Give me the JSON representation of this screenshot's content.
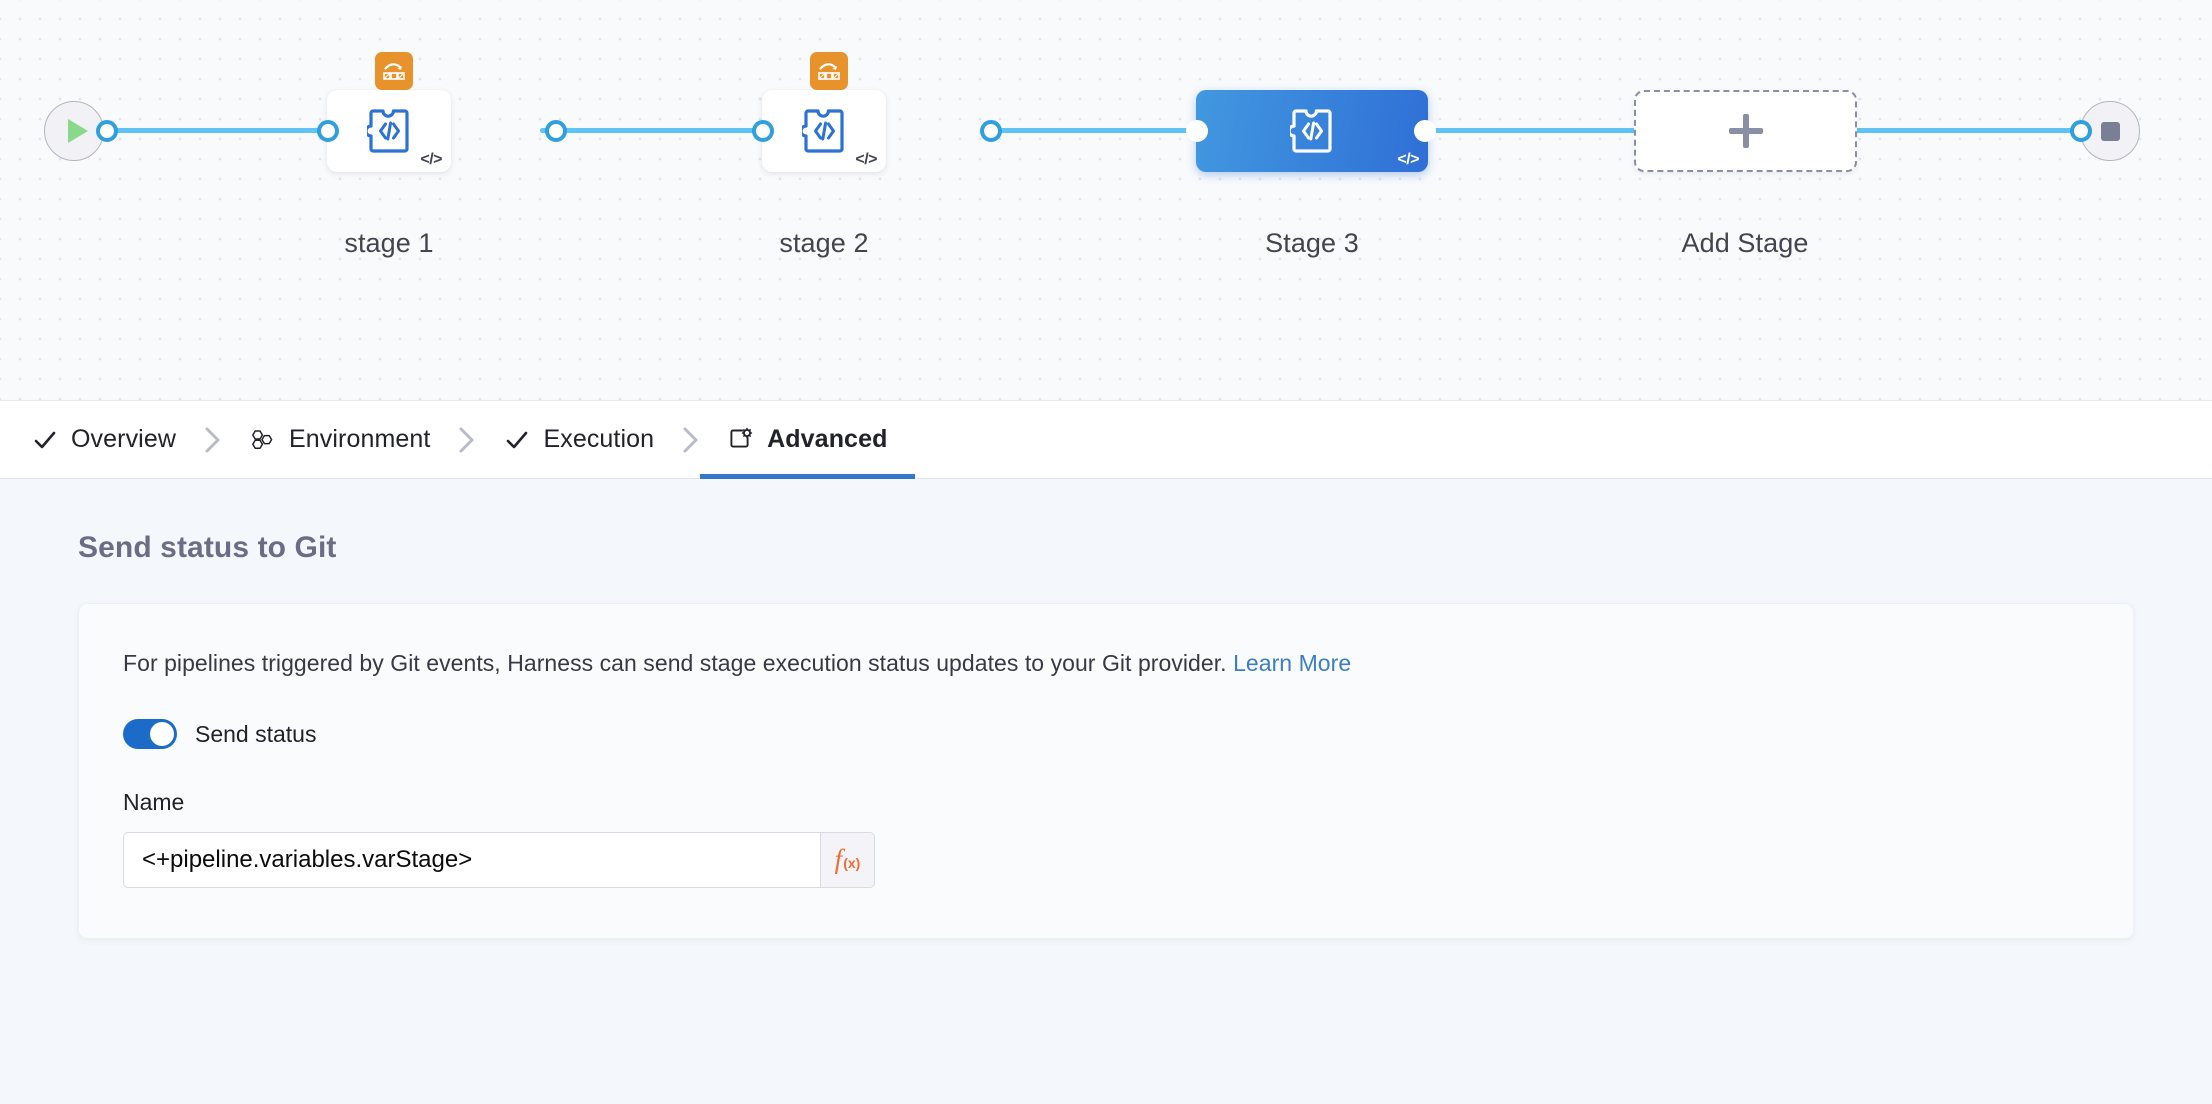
{
  "canvas": {
    "start_node": {
      "name": "pipeline-start",
      "icon": "play-icon"
    },
    "end_node": {
      "name": "pipeline-end",
      "icon": "stop-icon"
    },
    "stages": [
      {
        "label": "stage 1",
        "type": "custom-stage",
        "selected": false,
        "has_matrix_strategy": true,
        "code_badge": "</>"
      },
      {
        "label": "stage 2",
        "type": "custom-stage",
        "selected": false,
        "has_matrix_strategy": true,
        "code_badge": "</>"
      },
      {
        "label": "Stage 3",
        "type": "custom-stage",
        "selected": true,
        "has_matrix_strategy": false,
        "code_badge": "</>"
      }
    ],
    "add_stage": {
      "label": "Add Stage",
      "icon": "plus-icon"
    }
  },
  "tabs": [
    {
      "label": "Overview",
      "icon": "check-icon",
      "active": false
    },
    {
      "label": "Environment",
      "icon": "hexagons-icon",
      "active": false
    },
    {
      "label": "Execution",
      "icon": "check-icon",
      "active": false
    },
    {
      "label": "Advanced",
      "icon": "advanced-gear-icon",
      "active": true
    }
  ],
  "main": {
    "section_title": "Send status to Git",
    "description": "For pipelines triggered by Git events, Harness can send stage execution status updates to your Git provider.",
    "learn_more": "Learn More",
    "toggle": {
      "label": "Send status",
      "on": true
    },
    "name_field": {
      "label": "Name",
      "value": "<+pipeline.variables.varStage>",
      "placeholder": "",
      "expression_button": {
        "f": "f",
        "x": "(x)"
      }
    }
  },
  "colors": {
    "accent_blue": "#3577cc",
    "wire_blue": "#5fc3f3",
    "selected_node": "#2f6fd6",
    "matrix_orange": "#e8922c",
    "fx_orange": "#f06c2e",
    "toggle_on": "#1b6cc9",
    "link_blue": "#3b7ec2",
    "canvas_bg": "#f8fafc",
    "main_bg": "#f4f8fd"
  }
}
